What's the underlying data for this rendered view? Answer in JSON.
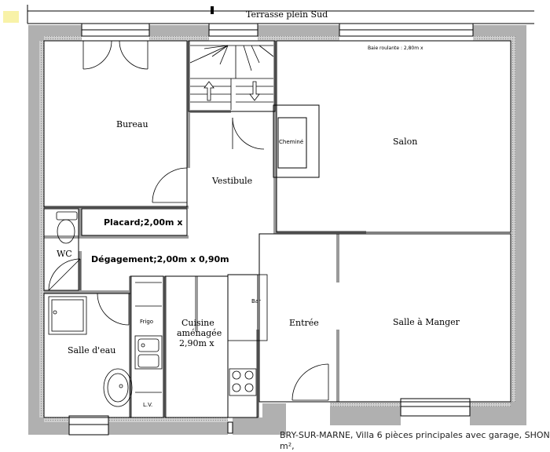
{
  "plan": {
    "terrace_label": "Terrasse   plein Sud",
    "rooms": {
      "bureau": "Bureau",
      "salon": "Salon",
      "vestibule": "Vestibule",
      "placard": "Placard;2,00m x",
      "wc": "WC",
      "degagement": "Dégagement;2,00m x 0,90m",
      "frigo": "Frigo",
      "cuisine_line1": "Cuisine",
      "cuisine_line2": "aménagée",
      "cuisine_line3": "2,90m x",
      "bar": "Bar",
      "entree": "Entrée",
      "salle_manger": "Salle à Manger",
      "salle_eau": "Salle d'eau",
      "lv": "L.V.",
      "chemine": "Cheminé",
      "baie": "Baie roulante  : 2,80m x"
    },
    "caption_line1": "BRY-SUR-MARNE,  Villa 6 pièces principales avec garage, SHON",
    "caption_line2": "m²,"
  }
}
